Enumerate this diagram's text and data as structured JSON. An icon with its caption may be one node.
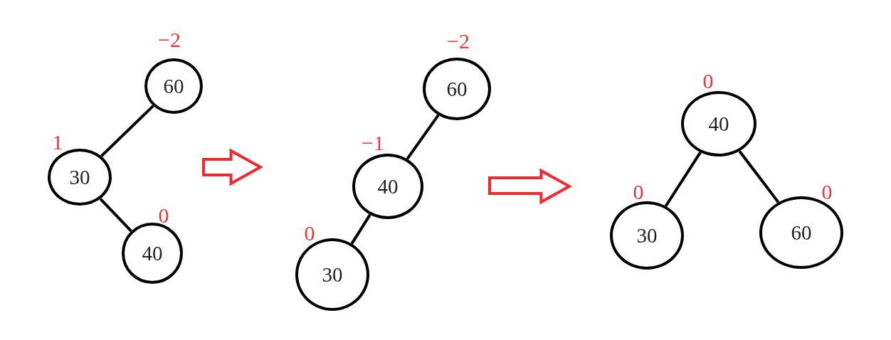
{
  "diagram": {
    "nodes": [
      {
        "text": [
          "60"
        ],
        "beside": [
          "−2"
        ]
      },
      {
        "text": [
          "30"
        ],
        "beside": [
          "1"
        ]
      },
      {
        "text": [
          "40"
        ],
        "beside": [
          "0"
        ]
      },
      {
        "text": [
          "60"
        ],
        "beside": [
          "−2"
        ]
      },
      {
        "text": [
          "40"
        ],
        "beside": [
          "−1"
        ]
      },
      {
        "text": [
          "30"
        ],
        "beside": [
          "0"
        ]
      },
      {
        "text": [
          "40"
        ],
        "beside": [
          "0"
        ]
      },
      {
        "text": [
          "30"
        ],
        "beside": [
          "0"
        ]
      },
      {
        "text": [
          "60"
        ],
        "beside": [
          "0"
        ]
      }
    ],
    "edges": [
      {
        "from": 0,
        "to": 1,
        "arrow": "none"
      },
      {
        "from": 1,
        "to": 2,
        "arrow": "none"
      },
      {
        "from": 3,
        "to": 4,
        "arrow": "none"
      },
      {
        "from": 4,
        "to": 5,
        "arrow": "none"
      },
      {
        "from": 6,
        "to": 7,
        "arrow": "none"
      },
      {
        "from": 6,
        "to": 8,
        "arrow": "none"
      }
    ]
  }
}
